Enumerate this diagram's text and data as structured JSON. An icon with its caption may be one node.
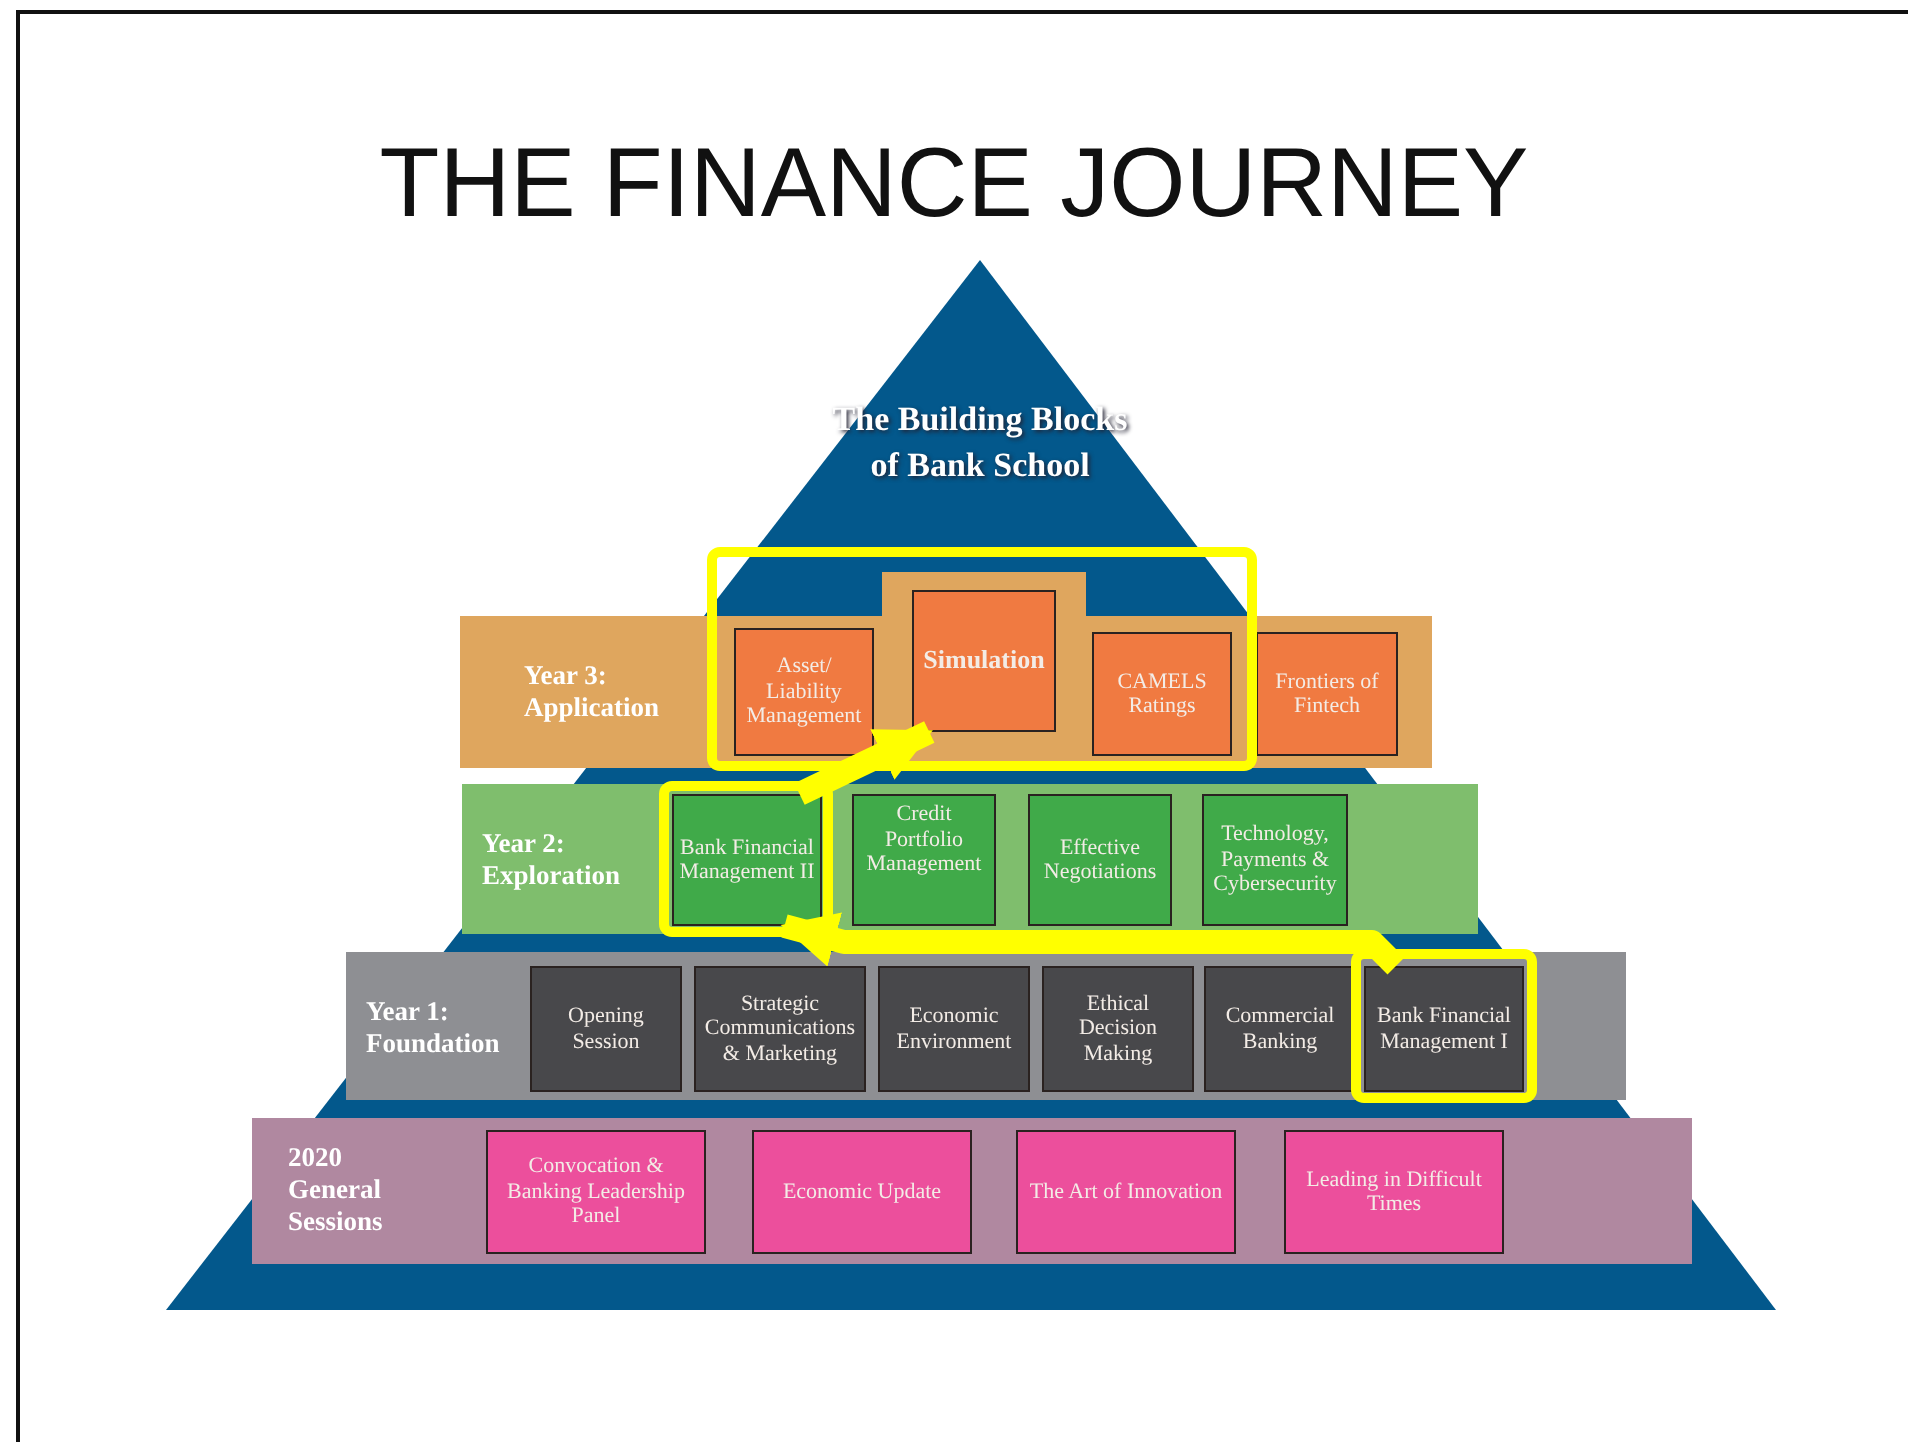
{
  "diagram": {
    "title": "THE FINANCE JOURNEY",
    "nodes": [
      {
        "text": [
          "Year 3: Application"
        ]
      },
      {
        "text": [
          "Asset/ Liability Management"
        ],
        "in": 0
      },
      {
        "text": [
          "Simulation"
        ],
        "in": 0
      },
      {
        "text": [
          "CAMELS Ratings"
        ],
        "in": 0
      },
      {
        "text": [
          "Frontiers of Fintech"
        ],
        "in": 0
      },
      {
        "text": [
          "Year 2: Exploration"
        ]
      },
      {
        "text": [
          "Bank Financial Management II"
        ],
        "in": 5
      },
      {
        "text": [
          "Credit Portfolio Management"
        ],
        "in": 5
      },
      {
        "text": [
          "Effective Negotiations"
        ],
        "in": 5
      },
      {
        "text": [
          "Technology, Payments & Cybersecurity"
        ],
        "in": 5
      },
      {
        "text": [
          "Year 1: Foundation"
        ]
      },
      {
        "text": [
          "Opening Session"
        ],
        "in": 10
      },
      {
        "text": [
          "Strategic Communications & Marketing"
        ],
        "in": 10
      },
      {
        "text": [
          "Economic Environment"
        ],
        "in": 10
      },
      {
        "text": [
          "Ethical Decision Making"
        ],
        "in": 10
      },
      {
        "text": [
          "Commercial Banking"
        ],
        "in": 10
      },
      {
        "text": [
          "Bank Financial Management I"
        ],
        "in": 10
      },
      {
        "text": [
          "2020 General Sessions"
        ]
      },
      {
        "text": [
          "Convocation & Banking Leadership Panel"
        ],
        "in": 17
      },
      {
        "text": [
          "Economic Update"
        ],
        "in": 17
      },
      {
        "text": [
          "The Art of Innovation"
        ],
        "in": 17
      },
      {
        "text": [
          "Leading in Difficult Times"
        ],
        "in": 17
      }
    ],
    "edges": [
      {
        "from": 16,
        "to": 6,
        "arrow": "to"
      },
      {
        "from": 6,
        "to": 2,
        "arrow": "to"
      }
    ],
    "labels": [
      "The Building Blocks of Bank School"
    ]
  }
}
